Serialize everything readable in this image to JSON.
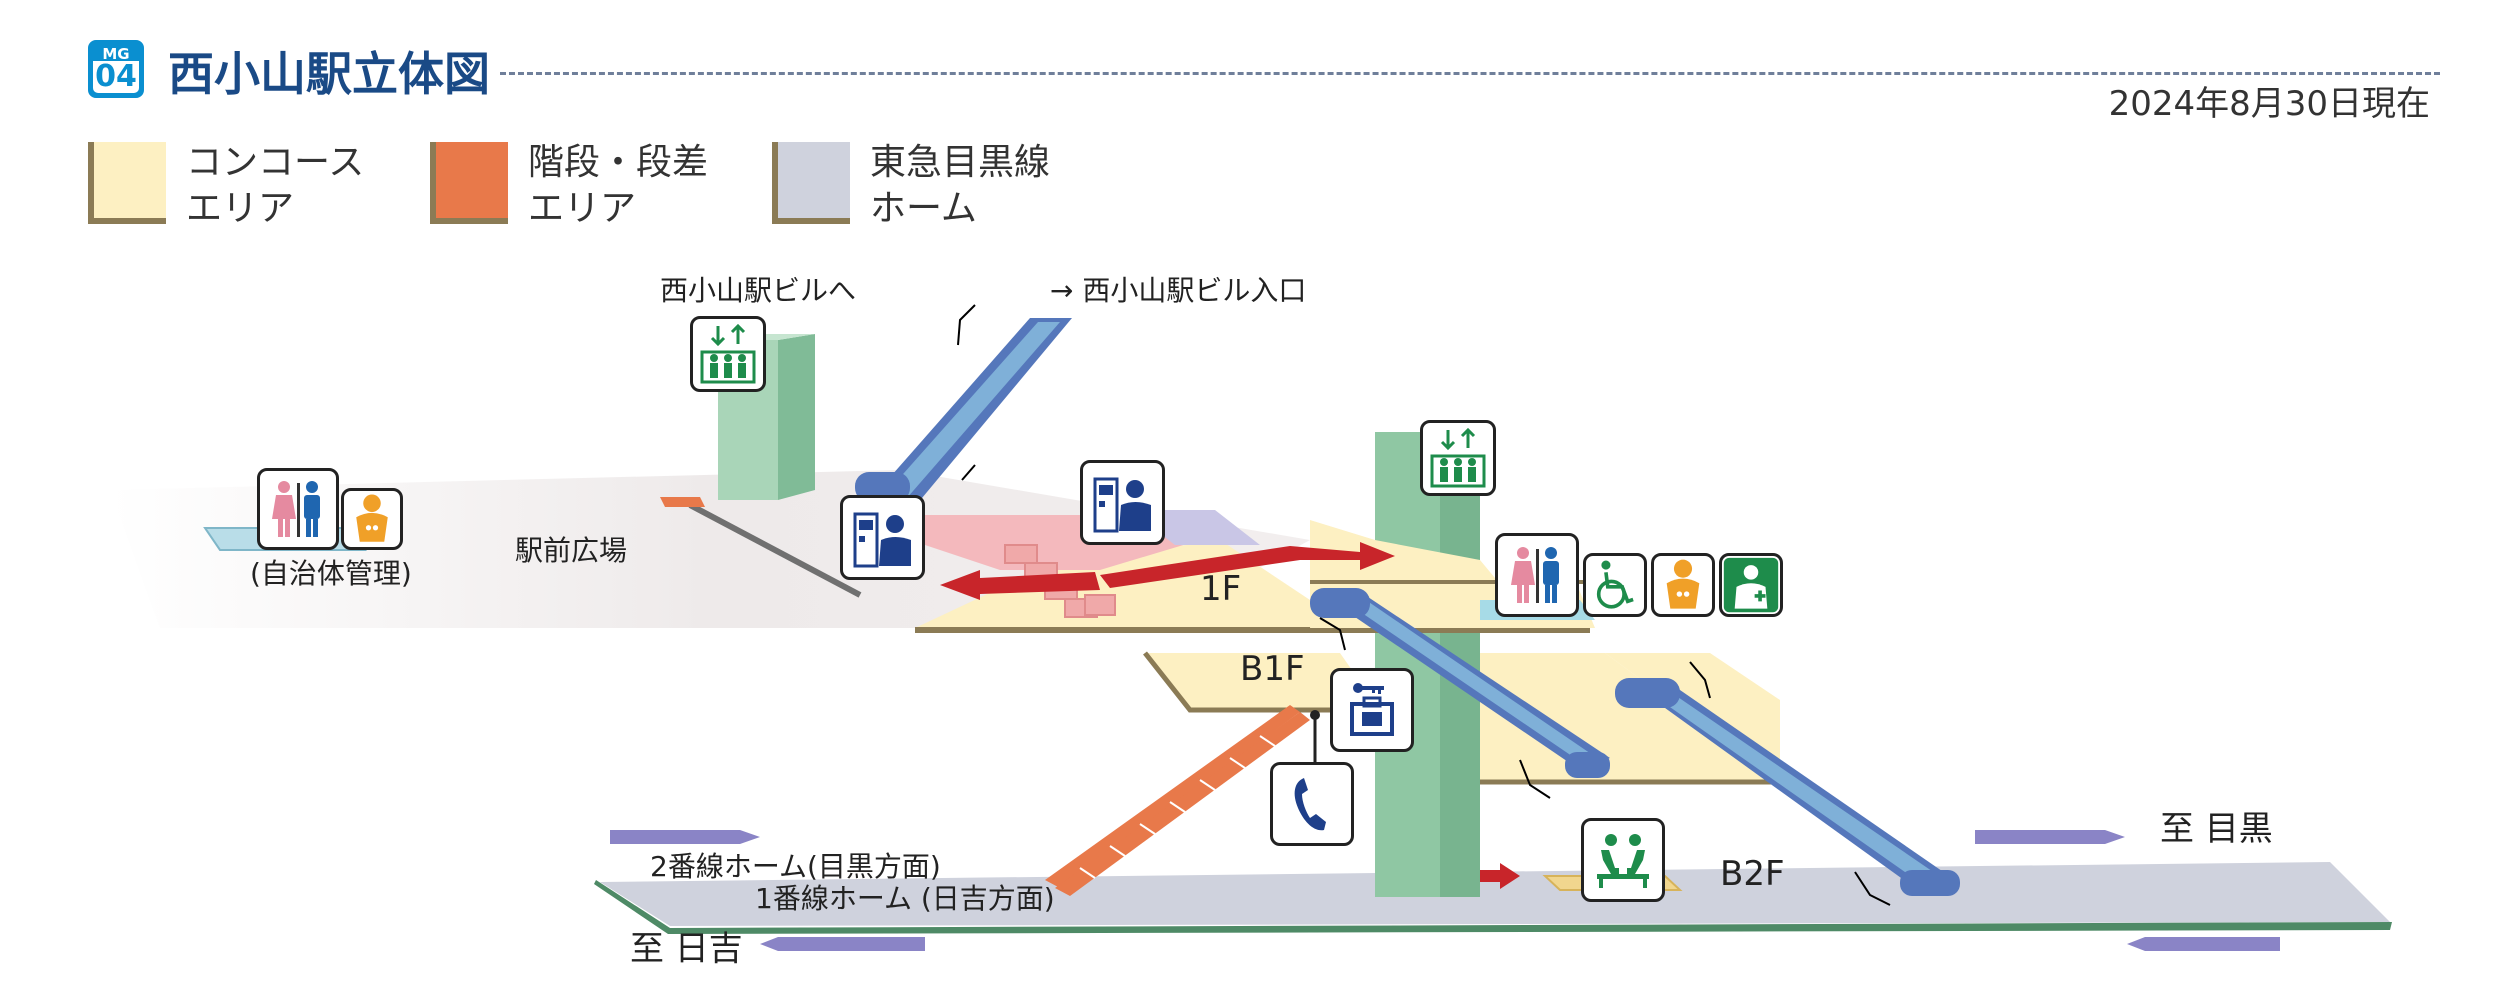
{
  "header": {
    "badge_line1": "MG",
    "badge_line2": "04",
    "title": "西小山駅立体図",
    "date": "2024年8月30日現在"
  },
  "legend": [
    {
      "line1": "コンコース",
      "line2": "エリア",
      "color": "#fdf0c2"
    },
    {
      "line1": "階段・段差",
      "line2": "エリア",
      "color": "#e8794a"
    },
    {
      "line1": "東急目黒線",
      "line2": "ホーム",
      "color": "#cfd2dd"
    }
  ],
  "labels": {
    "building_to": "西小山駅ビルへ",
    "building_entrance": "→ 西小山駅ビル入口",
    "plaza": "駅前広場",
    "municipal": "(自治体管理)",
    "floor_1f": "1F",
    "floor_b1f": "B1F",
    "floor_b2f": "B2F",
    "platform_2": "2番線ホーム(目黒方面)",
    "platform_1": "1番線ホーム (日吉方面)",
    "to_meguro": "至 目黒",
    "to_hiyoshi": "至 日吉"
  },
  "colors": {
    "concourse": "#fdf0c2",
    "stairs": "#e8794a",
    "platform": "#cfd2dd",
    "elevator": "#8fc7a3",
    "escalator": "#5577bb",
    "arrow_red": "#c8252a",
    "title_blue": "#1a4a86"
  },
  "icons": [
    "elevator-icon",
    "restroom-icon",
    "baby-care-icon",
    "ticket-machine-icon",
    "wheelchair-icon",
    "ostomate-icon",
    "locker-icon",
    "phone-icon",
    "waiting-area-icon"
  ]
}
